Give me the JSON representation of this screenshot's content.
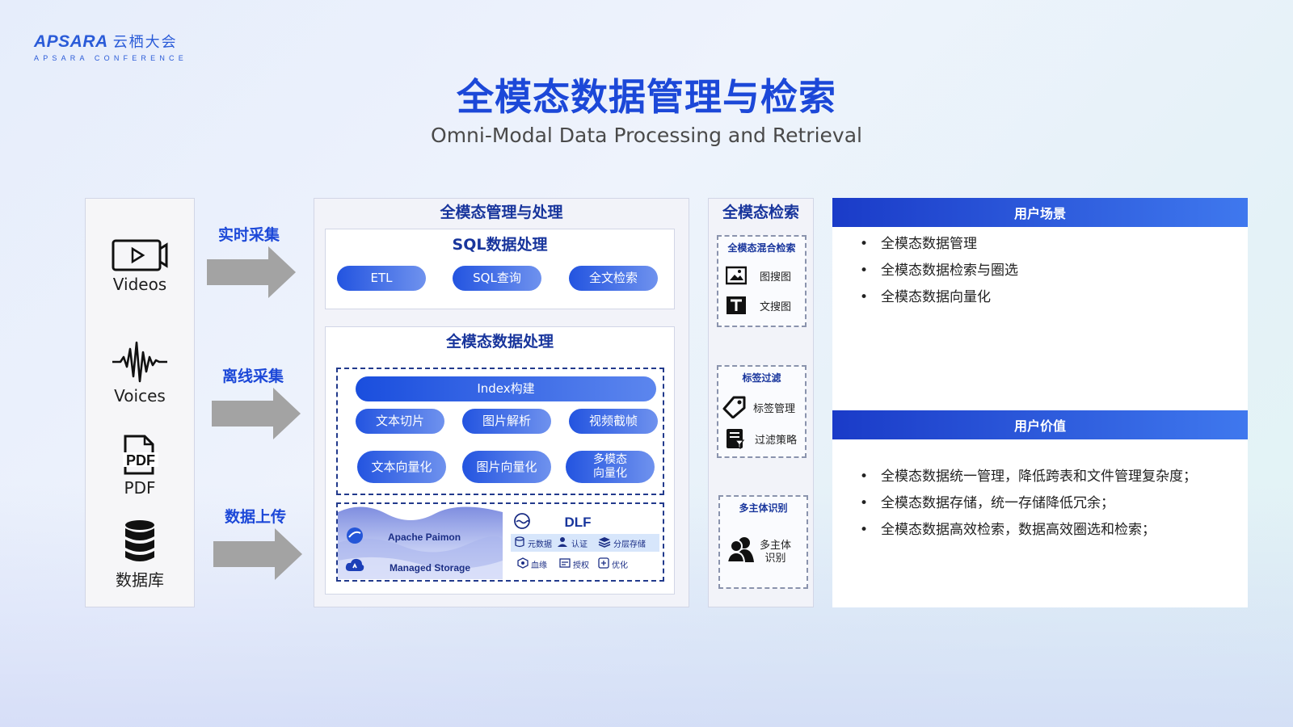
{
  "header": {
    "logo_en": "APSARA",
    "logo_cn": "云栖大会",
    "logo_sub": "APSARA CONFERENCE",
    "title": "全模态数据管理与检索",
    "subtitle": "Omni-Modal Data Processing and Retrieval"
  },
  "sources": [
    {
      "label": "Videos",
      "icon": "video-icon"
    },
    {
      "label": "Voices",
      "icon": "waveform-icon"
    },
    {
      "label": "PDF",
      "icon": "pdf-icon"
    },
    {
      "label": "数据库",
      "icon": "database-icon"
    }
  ],
  "ingest": {
    "realtime": "实时采集",
    "offline": "离线采集",
    "upload": "数据上传"
  },
  "management": {
    "title": "全模态管理与处理",
    "sql": {
      "title": "SQL数据处理",
      "pills": [
        "ETL",
        "SQL查询",
        "全文检索"
      ]
    },
    "processing": {
      "title": "全模态数据处理",
      "index_build": "Index构建",
      "row1": [
        "文本切片",
        "图片解析",
        "视频截帧"
      ],
      "row2": [
        "文本向量化",
        "图片向量化"
      ],
      "multimodal_line1": "多模态",
      "multimodal_line2": "向量化"
    },
    "storage": {
      "paimon": "Apache Paimon",
      "managed": "Managed Storage",
      "dlf": "DLF",
      "dlf_items": [
        "元数据",
        "认证",
        "分层存储",
        "血缘",
        "授权",
        "优化"
      ]
    }
  },
  "retrieval": {
    "title": "全模态检索",
    "hybrid": {
      "title": "全模态混合检索",
      "items": [
        "图搜图",
        "文搜图"
      ]
    },
    "tag_filter": {
      "title": "标签过滤",
      "items": [
        "标签管理",
        "过滤策略"
      ]
    },
    "multi_entity": {
      "title": "多主体识别",
      "line1": "多主体",
      "line2": "识别"
    }
  },
  "scenarios": {
    "title": "用户场景",
    "items": [
      "全模态数据管理",
      "全模态数据检索与圈选",
      "全模态数据向量化"
    ]
  },
  "value": {
    "title": "用户价值",
    "items": [
      "全模态数据统一管理，降低跨表和文件管理复杂度；",
      "全模态数据存储，统一存储降低冗余；",
      "全模态数据高效检索，数据高效圈选和检索；"
    ]
  },
  "colors": {
    "title_blue": "#1c48d8",
    "header_dark_blue": "#18359c",
    "arrow_gray": "#a3a3a3"
  }
}
